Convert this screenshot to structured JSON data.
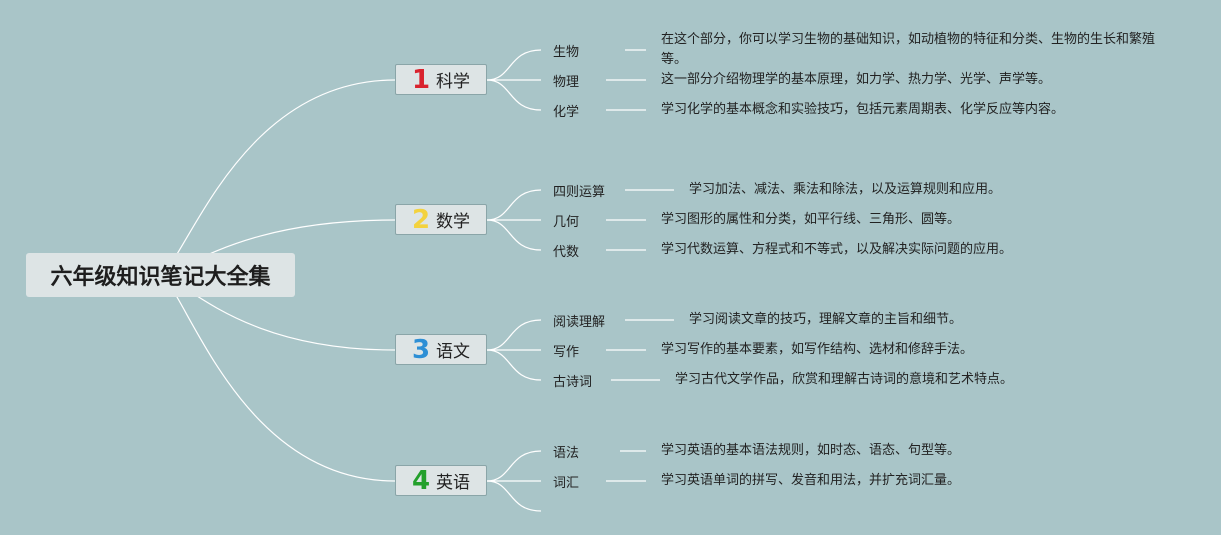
{
  "root": {
    "title": "六年级知识笔记大全集"
  },
  "branches": [
    {
      "number": "1",
      "label": "科学",
      "color": "#d9232e",
      "topics": [
        {
          "name": "生物",
          "desc": "在这个部分，你可以学习生物的基础知识，如动植物的特征和分类、生物的生长和繁殖等。"
        },
        {
          "name": "物理",
          "desc": "这一部分介绍物理学的基本原理，如力学、热力学、光学、声学等。"
        },
        {
          "name": "化学",
          "desc": "学习化学的基本概念和实验技巧，包括元素周期表、化学反应等内容。"
        }
      ]
    },
    {
      "number": "2",
      "label": "数学",
      "color": "#f3d23e",
      "topics": [
        {
          "name": "四则运算",
          "desc": "学习加法、减法、乘法和除法，以及运算规则和应用。"
        },
        {
          "name": "几何",
          "desc": "学习图形的属性和分类，如平行线、三角形、圆等。"
        },
        {
          "name": "代数",
          "desc": "学习代数运算、方程式和不等式，以及解决实际问题的应用。"
        }
      ]
    },
    {
      "number": "3",
      "label": "语文",
      "color": "#2d8fd5",
      "topics": [
        {
          "name": "阅读理解",
          "desc": "学习阅读文章的技巧，理解文章的主旨和细节。"
        },
        {
          "name": "写作",
          "desc": "学习写作的基本要素，如写作结构、选材和修辞手法。"
        },
        {
          "name": "古诗词",
          "desc": "学习古代文学作品，欣赏和理解古诗词的意境和艺术特点。"
        }
      ]
    },
    {
      "number": "4",
      "label": "英语",
      "color": "#23a02c",
      "topics": [
        {
          "name": "语法",
          "desc": "学习英语的基本语法规则，如时态、语态、句型等。"
        },
        {
          "name": "词汇",
          "desc": "学习英语单词的拼写、发音和用法，并扩充词汇量。"
        },
        {
          "name": "",
          "desc": ""
        }
      ]
    }
  ]
}
